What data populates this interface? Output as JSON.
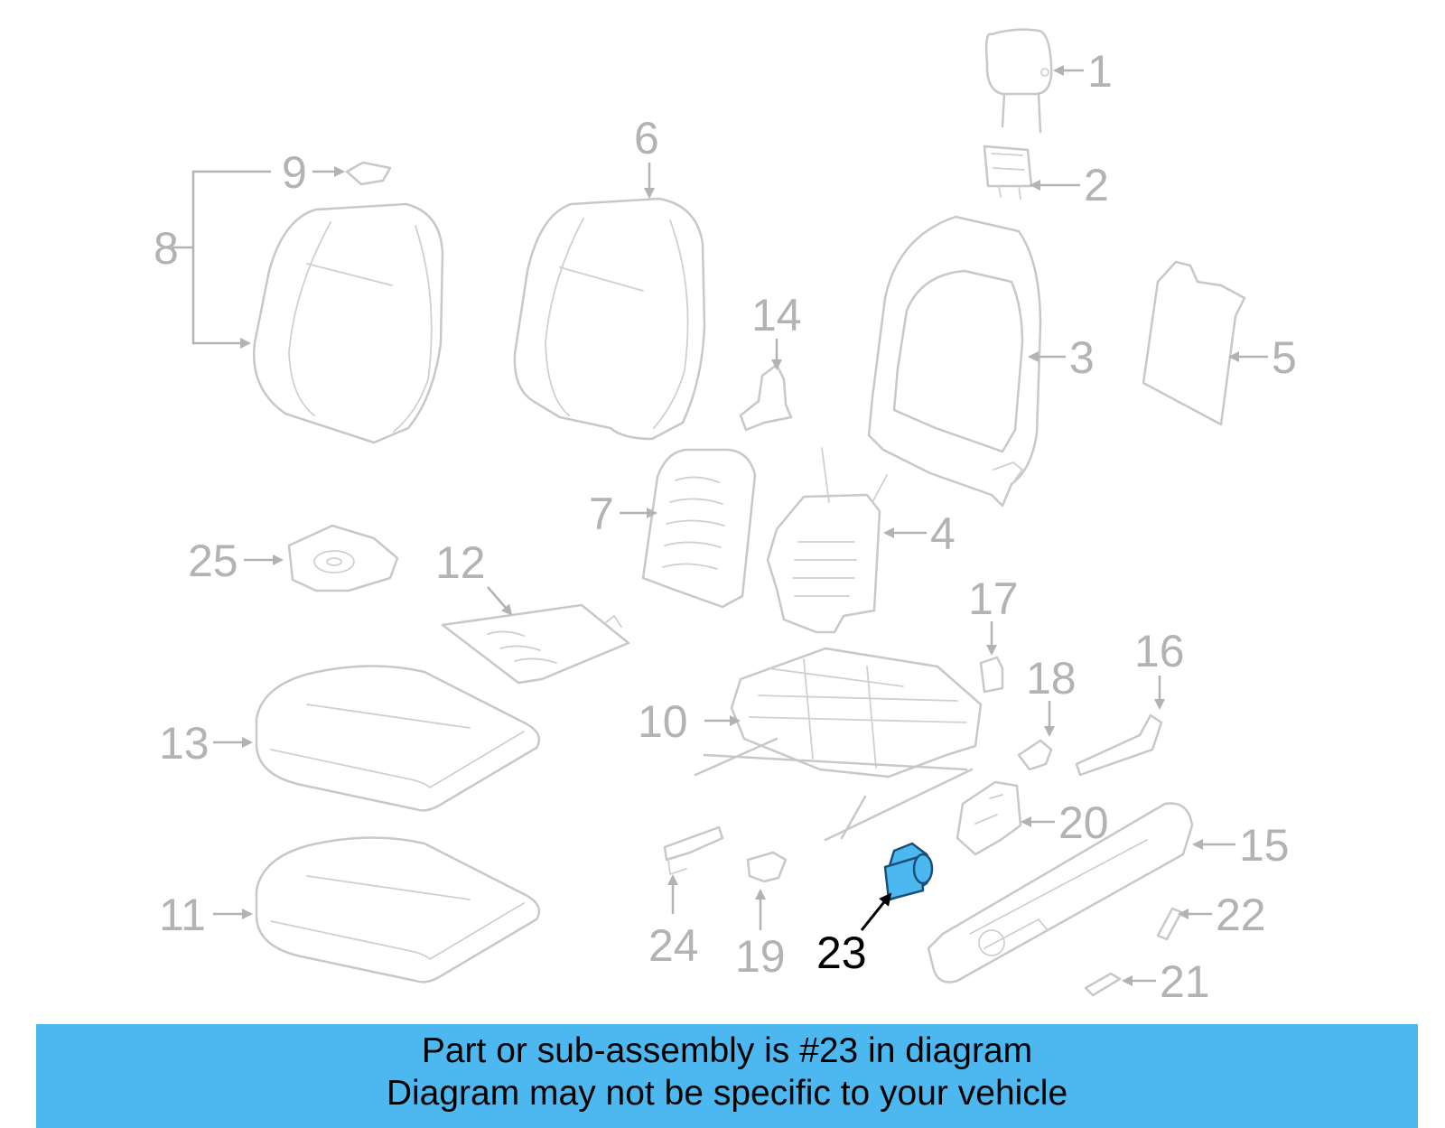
{
  "diagram": {
    "callouts": [
      {
        "number": "1"
      },
      {
        "number": "2"
      },
      {
        "number": "3"
      },
      {
        "number": "4"
      },
      {
        "number": "5"
      },
      {
        "number": "6"
      },
      {
        "number": "7"
      },
      {
        "number": "8"
      },
      {
        "number": "9"
      },
      {
        "number": "10"
      },
      {
        "number": "11"
      },
      {
        "number": "12"
      },
      {
        "number": "13"
      },
      {
        "number": "14"
      },
      {
        "number": "15"
      },
      {
        "number": "16"
      },
      {
        "number": "17"
      },
      {
        "number": "18"
      },
      {
        "number": "19"
      },
      {
        "number": "20"
      },
      {
        "number": "21"
      },
      {
        "number": "22"
      },
      {
        "number": "23"
      },
      {
        "number": "24"
      },
      {
        "number": "25"
      }
    ],
    "highlighted_part": "23",
    "highlight_color": "#4db8f0",
    "line_color": "#c8c8c8",
    "label_color": "#b3b3b3"
  },
  "banner": {
    "line1": "Part or sub-assembly is #23 in diagram",
    "line2": "Diagram may not be specific to your vehicle",
    "background": "#4db8f0"
  }
}
